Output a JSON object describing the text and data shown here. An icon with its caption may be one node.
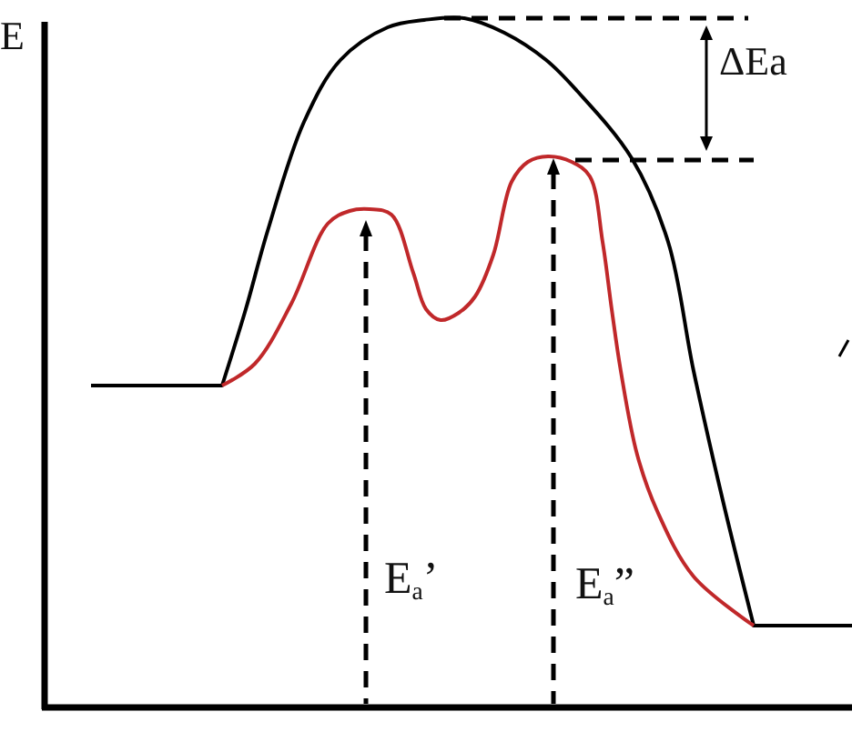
{
  "diagram": {
    "labels": [
      "E",
      "ΔEa",
      "E$_{a}$’",
      "E$_{a}$”"
    ]
  }
}
